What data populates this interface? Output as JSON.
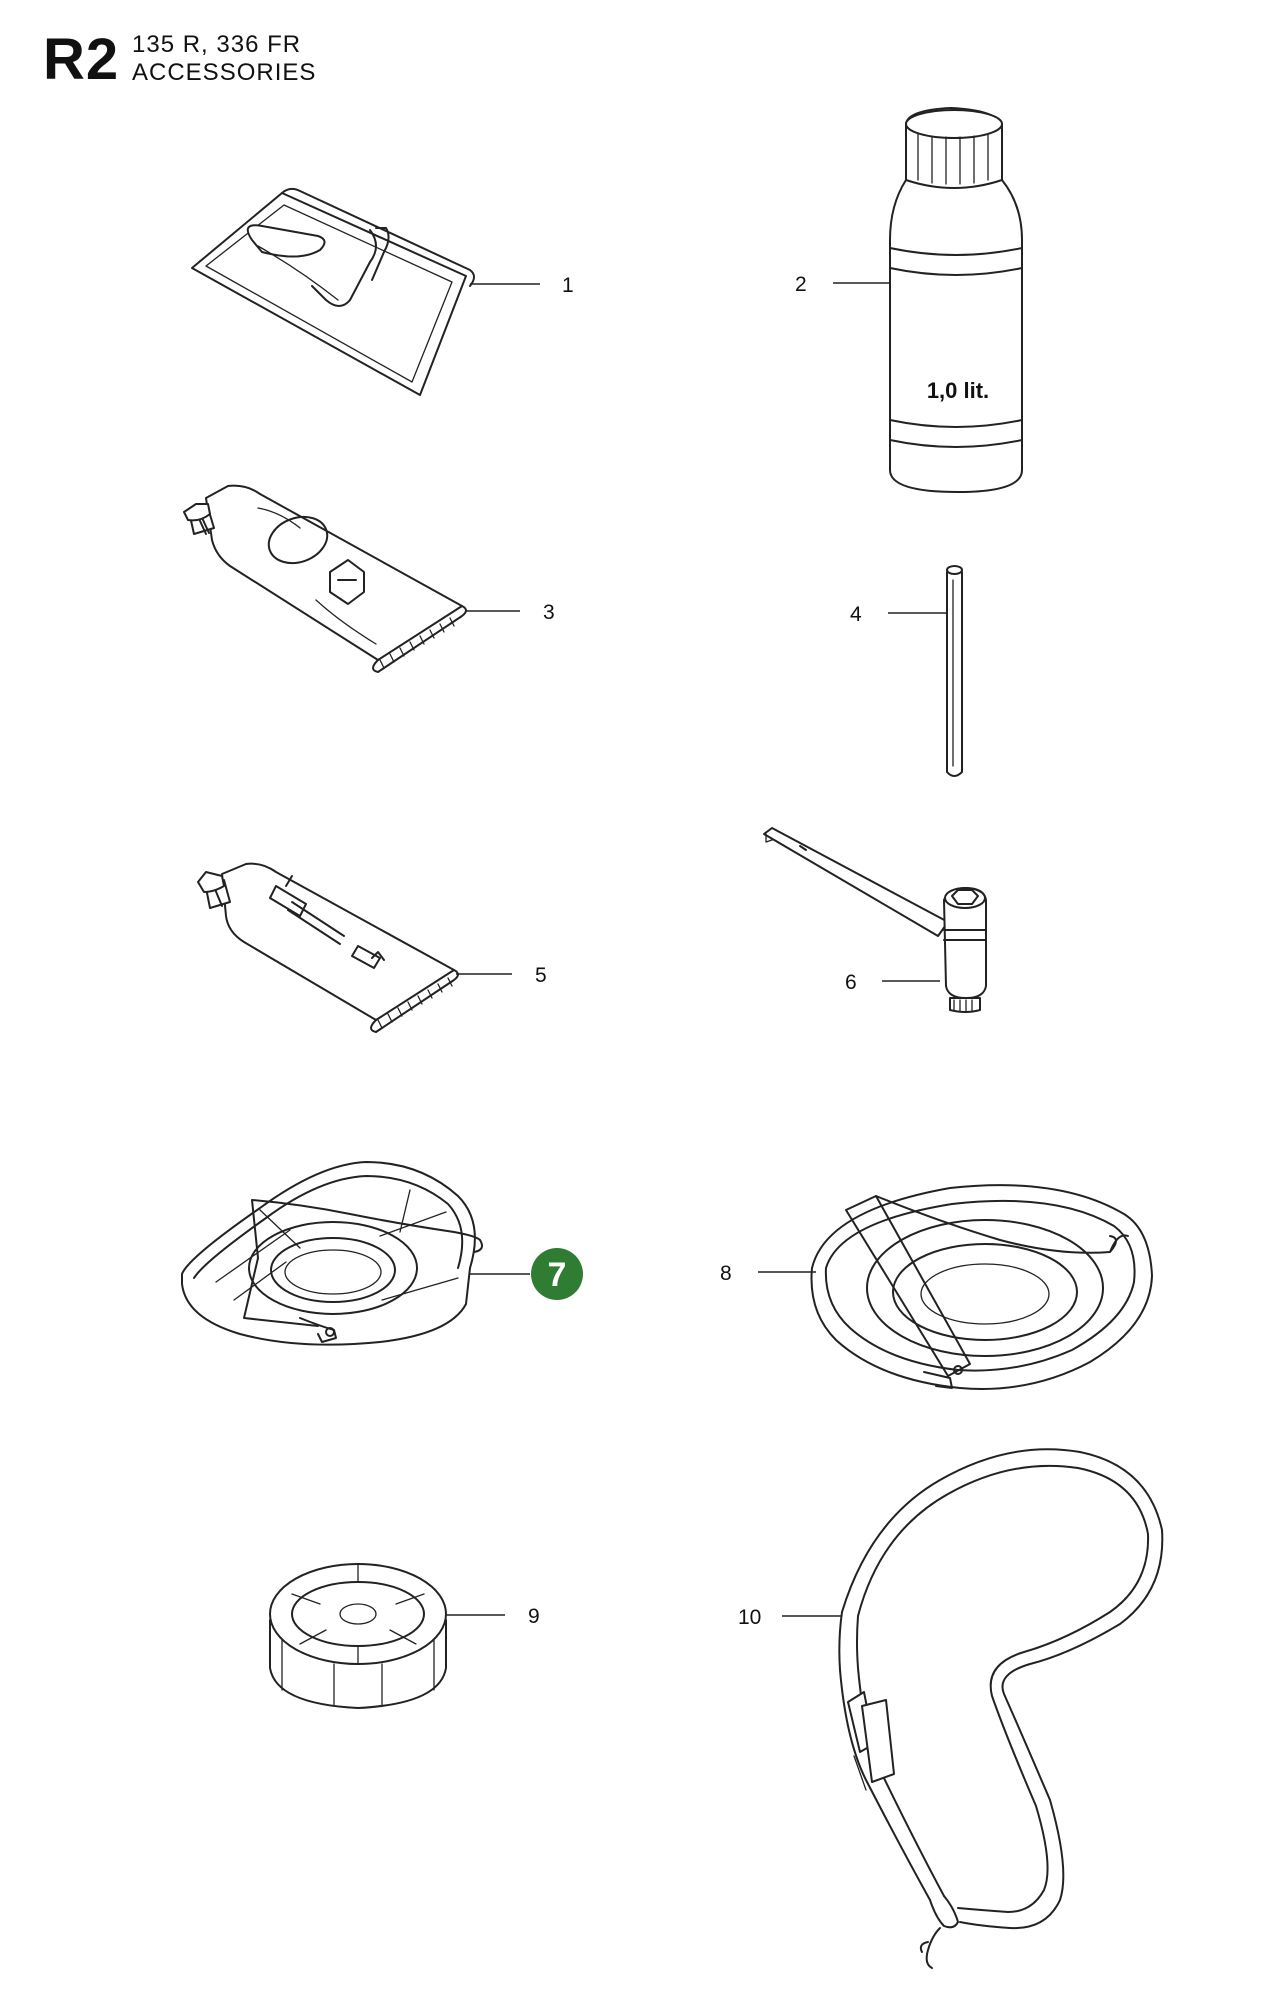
{
  "header": {
    "code": "R2",
    "models": "135 R, 336 FR",
    "section": "ACCESSORIES"
  },
  "bottle_label": "1,0 lit.",
  "callouts": [
    "1",
    "2",
    "3",
    "4",
    "5",
    "6",
    "7",
    "8",
    "9",
    "10"
  ],
  "highlight": {
    "item": "7",
    "color": "#2e7d32"
  }
}
